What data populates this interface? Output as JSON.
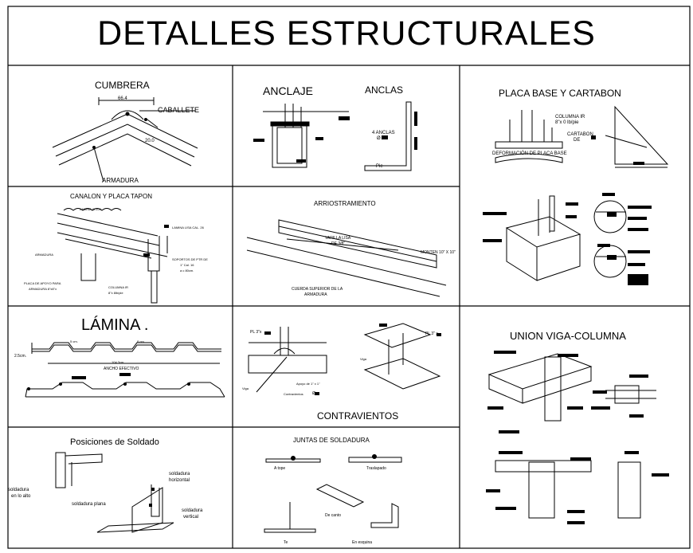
{
  "title": "DETALLES ESTRUCTURALES",
  "panels": {
    "cumbrera": {
      "heading": "CUMBRERA",
      "dim_top": "66.4",
      "caballete": "CABALLETE",
      "dim_side": "20.0",
      "armadura": "ARMADURA"
    },
    "anclaje": {
      "heading": "ANCLAJE"
    },
    "anclas": {
      "heading": "ANCLAS",
      "label_anclas": "4 ANCLAS",
      "label_diam": "Ø",
      "label_pie": "Pie"
    },
    "placa_base": {
      "heading": "PLACA BASE Y CARTABON",
      "columna_ir": "COLUMNA IR",
      "columna_size": "8\"x 0 lb/pie",
      "cartabon": "CARTABON",
      "cartabon_size": "DE",
      "deformacion": "DEFORMACIÓN DE PLACA BASE"
    },
    "canalon": {
      "heading": "CANALON Y PLACA TAPON",
      "lamina": "LAMINA G-104",
      "lamina_lisa": "LAMINA LISA CAL. 26",
      "armadura": "ARMADURA",
      "soporte_1": "SOPORTOS DE PTR DE",
      "soporte_2": "1\" Cal. 16",
      "soporte_3": "a c 80cm.",
      "placa_1": "PLACA DE APOYO PARA",
      "placa_2": "ARMADURA 8\"x8\"x",
      "columna_1": "COLUMNA IR",
      "columna_2": "8\"x 8lb/pie"
    },
    "arriostramiento": {
      "heading": "ARRIOSTRAMIENTO",
      "varilla_1": "VARILLA LISA",
      "varilla_2": "DE 3/8\"",
      "monten": "MONTEN 10\" X 10\"",
      "cuerda_1": "CUERDA SUPERIOR DE LA",
      "cuerda_2": "ARMADURA"
    },
    "lamina": {
      "heading": "LÁMINA .",
      "dim_a": "5 cm.",
      "dim_b": "8 cm.",
      "dim_h": "2.5cm.",
      "dim_total": "104.3cm.",
      "ancho": "ANCHO EFECTIVO"
    },
    "contravientos": {
      "heading": "CONTRAVIENTOS",
      "pl": "PL 3\"x",
      "pl2": "PL 3\" x",
      "apoyo": "Apoyo de 1\" x 1\"",
      "viga": "Viga",
      "contravientos": "Contravientos",
      "diam": "Ø"
    },
    "soldado": {
      "heading": "Posiciones de Soldado",
      "alto_1": "soldadura",
      "alto_2": "en lo alto",
      "horiz_1": "soldadura",
      "horiz_2": "horizontal",
      "plano": "soldadura plana",
      "vert_1": "soldadura",
      "vert_2": "vertical"
    },
    "juntas": {
      "heading": "JUNTAS DE SOLDADURA",
      "a_tope": "A tope",
      "traslapado": "Traslapado",
      "de_canto": "De canto",
      "te": "Te",
      "esquina": "En esquina"
    },
    "union": {
      "heading": "UNION VIGA-COLUMNA"
    }
  }
}
